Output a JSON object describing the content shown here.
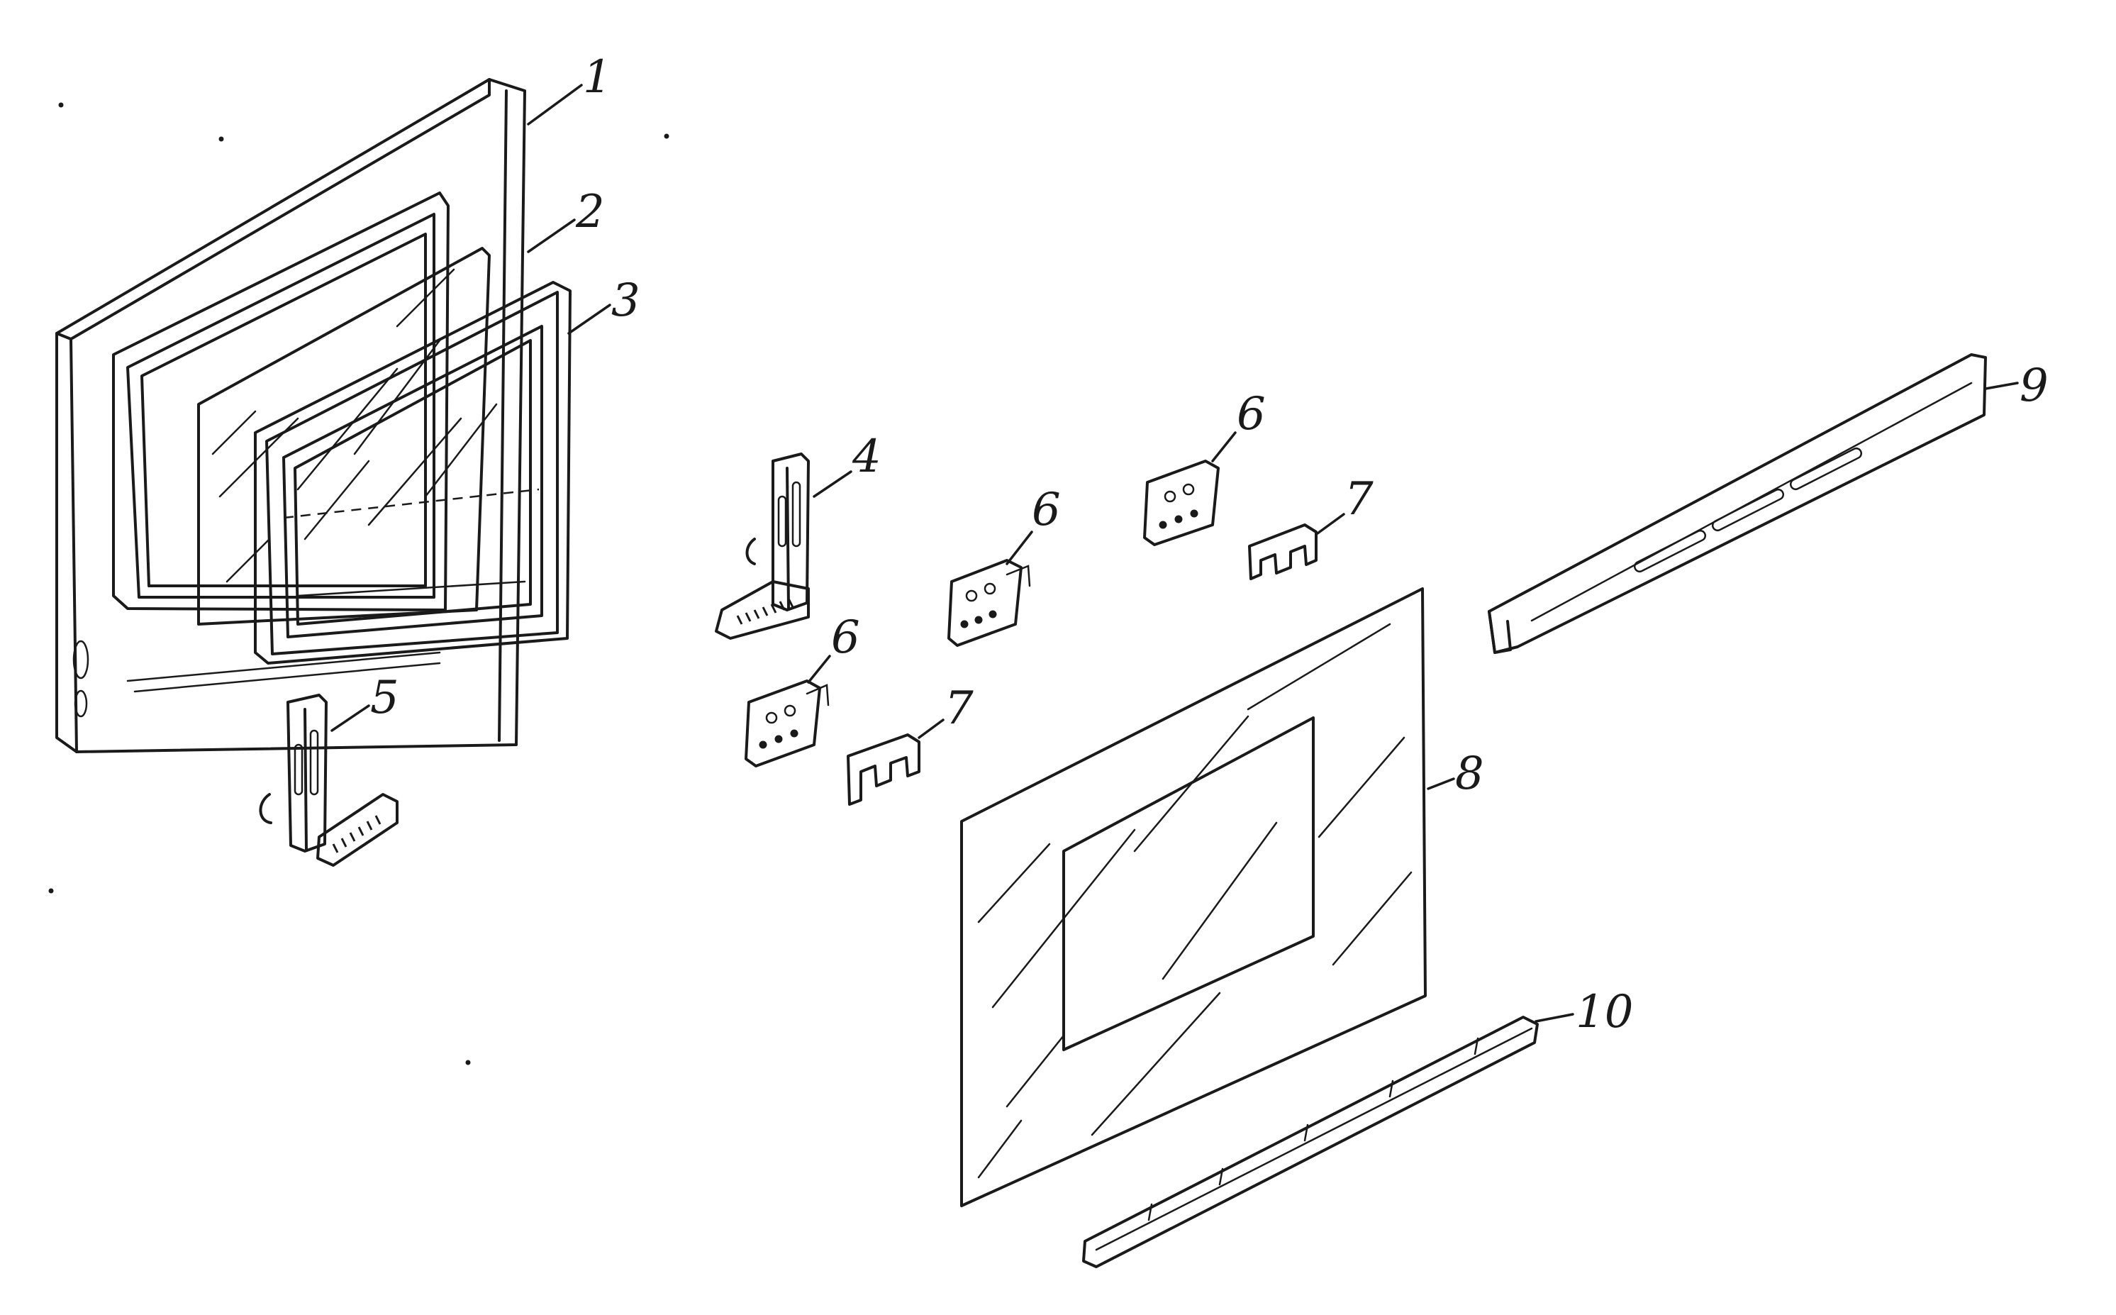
{
  "callouts": [
    {
      "id": "1",
      "label": "1"
    },
    {
      "id": "2",
      "label": "2"
    },
    {
      "id": "3",
      "label": "3"
    },
    {
      "id": "4",
      "label": "4"
    },
    {
      "id": "5",
      "label": "5"
    },
    {
      "id": "6a",
      "label": "6"
    },
    {
      "id": "6b",
      "label": "6"
    },
    {
      "id": "6c",
      "label": "6"
    },
    {
      "id": "7a",
      "label": "7"
    },
    {
      "id": "7b",
      "label": "7"
    },
    {
      "id": "8",
      "label": "8"
    },
    {
      "id": "9",
      "label": "9"
    },
    {
      "id": "10",
      "label": "10"
    }
  ]
}
